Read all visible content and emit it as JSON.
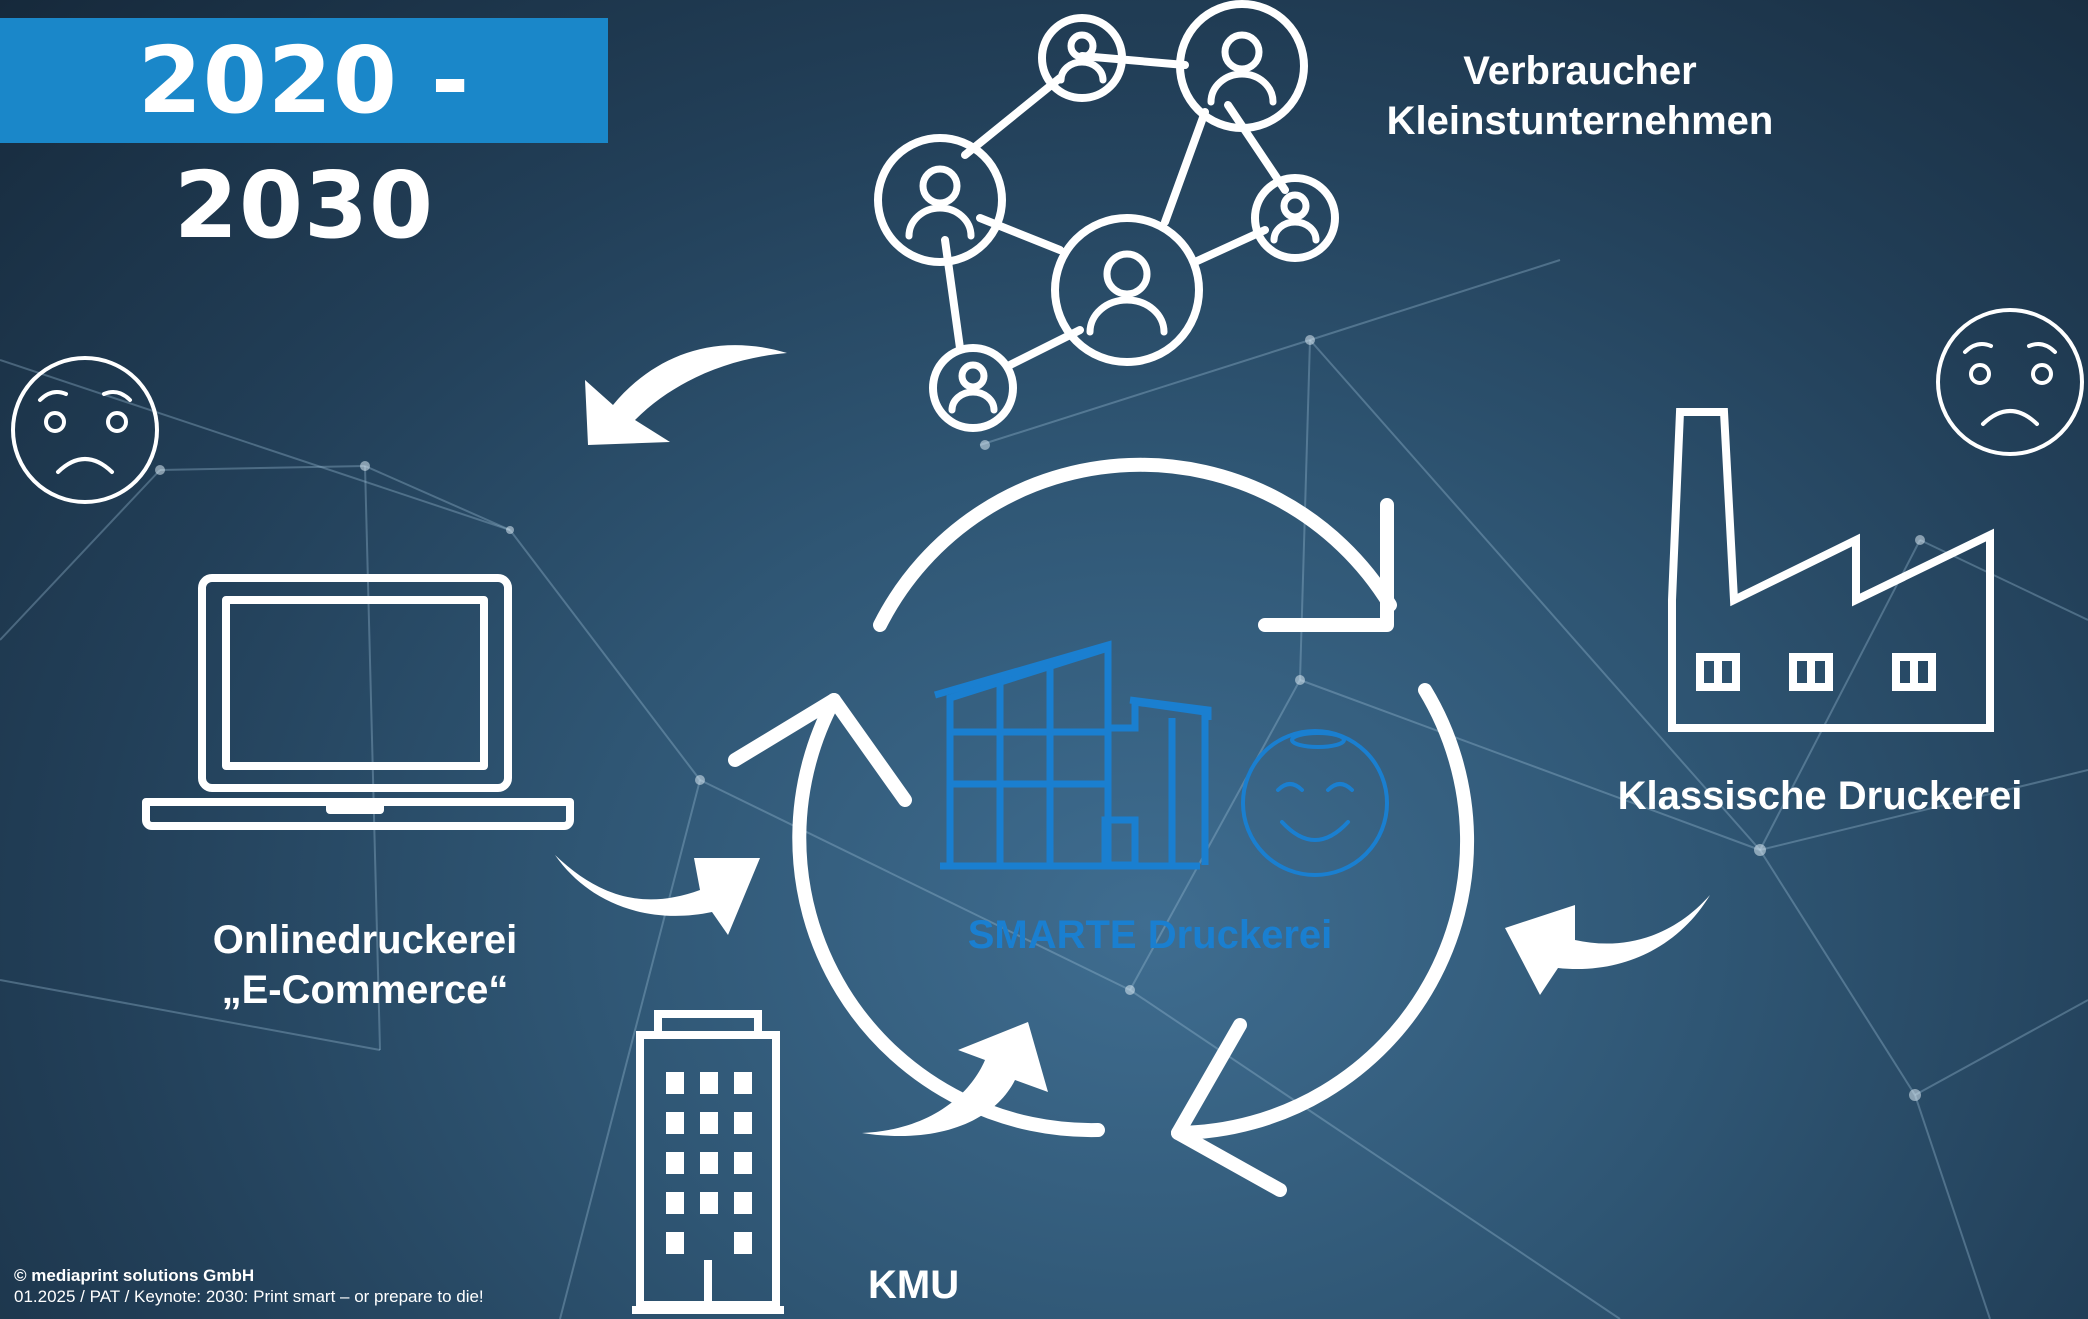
{
  "badge": {
    "year_range": "2020 - 2030"
  },
  "labels": {
    "consumer_line1": "Verbraucher",
    "consumer_line2": "Kleinstunternehmen",
    "online_line1": "Onlinedruckerei",
    "online_line2": "„E-Commerce“",
    "classic": "Klassische Druckerei",
    "smart": "SMARTE Druckerei",
    "kmu": "KMU"
  },
  "footer": {
    "copyright": "© mediaprint solutions GmbH",
    "subline": "01.2025 / PAT / Keynote: 2030: Print smart – or prepare to die!"
  },
  "icons": {
    "network": "people-network-icon",
    "laptop": "laptop-icon",
    "factory": "factory-icon",
    "office": "office-building-icon",
    "smart_building": "modern-building-icon",
    "angel_face": "angel-smiley-icon",
    "sad_face": "sad-face-icon"
  },
  "colors": {
    "accent": "#1a87c9",
    "smart_blue": "#1a7fd0",
    "white": "#ffffff"
  }
}
